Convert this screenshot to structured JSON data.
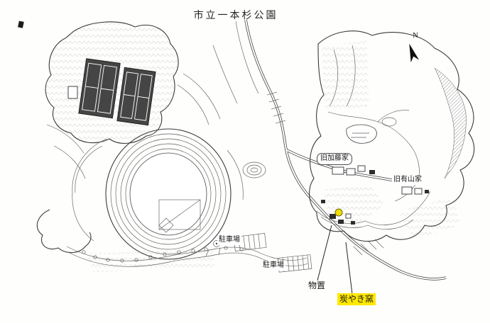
{
  "page": {
    "title": "市立一本杉公園"
  },
  "compass": {
    "label": "N"
  },
  "labels": {
    "kato": "旧加藤家",
    "ariyama": "旧有山家",
    "parking1": "駐車場",
    "parking2": "駐車場",
    "storage": "物置",
    "kiln": "炭やき窯"
  },
  "colors": {
    "ink": "#3a3a3a",
    "paper": "#fefefd",
    "kiln_label_highlight": "#ffe800",
    "kiln_marker": "#f3de00"
  }
}
